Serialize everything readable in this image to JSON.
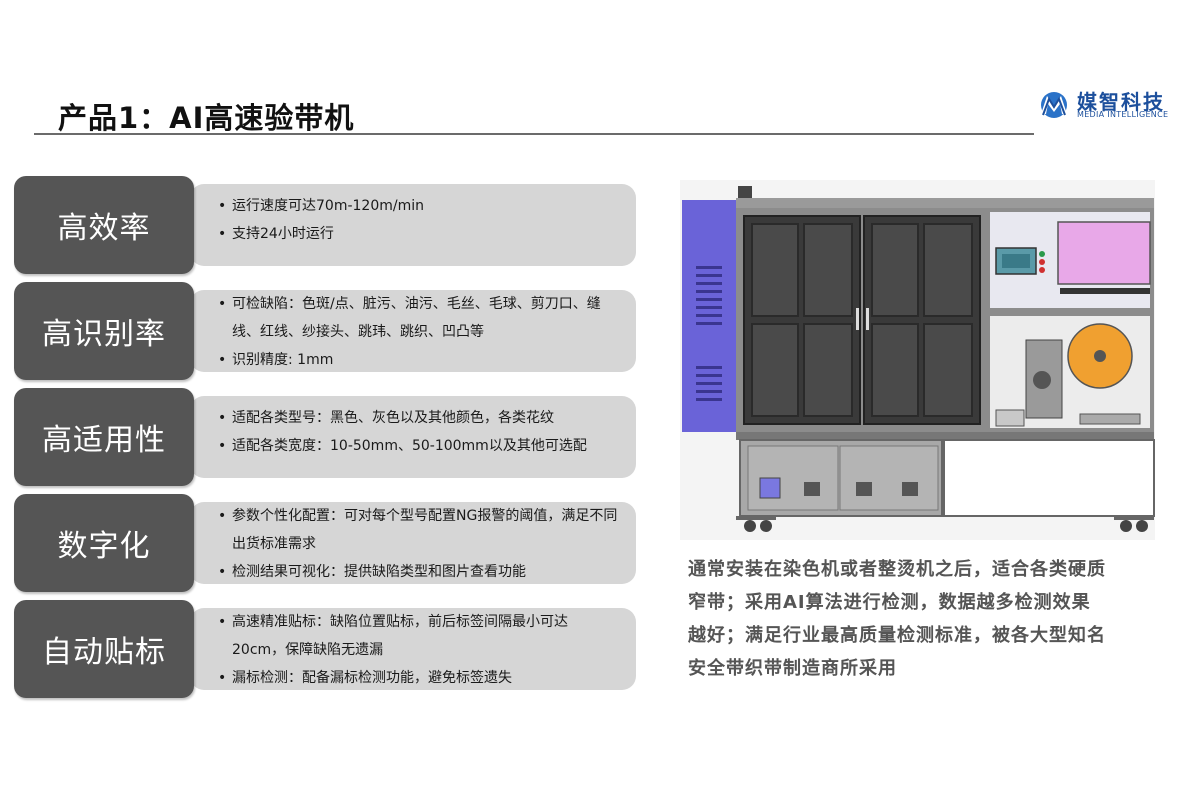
{
  "header": {
    "title": "产品1：AI高速验带机",
    "logo_cn": "媒智科技",
    "logo_en": "MEDIA INTELLIGENCE"
  },
  "features": [
    {
      "name": "高效率",
      "bullets": [
        "运行速度可达70m-120m/min",
        "支持24小时运行"
      ]
    },
    {
      "name": "高识别率",
      "bullets": [
        "可检缺陷：色斑/点、脏污、油污、毛丝、毛球、剪刀口、缝线、红线、纱接头、跳玮、跳织、凹凸等",
        "识别精度: 1mm"
      ]
    },
    {
      "name": "高适用性",
      "bullets": [
        "适配各类型号：黑色、灰色以及其他颜色，各类花纹",
        "适配各类宽度：10-50mm、50-100mm以及其他可选配"
      ]
    },
    {
      "name": "数字化",
      "bullets": [
        "参数个性化配置：可对每个型号配置NG报警的阈值，满足不同出货标准需求",
        "检测结果可视化：提供缺陷类型和图片查看功能"
      ]
    },
    {
      "name": "自动贴标",
      "bullets": [
        "高速精准贴标：缺陷位置贴标，前后标签间隔最小可达20cm，保障缺陷无遗漏",
        "漏标检测：配备漏标检测功能，避免标签遗失"
      ]
    }
  ],
  "machine_image": {
    "icon": "machine-illustration"
  },
  "description": [
    "通常安装在染色机或者整烫机之后，适合各类硬质",
    "窄带；采用AI算法进行检测，数据越多检测效果",
    "越好；满足行业最高质量检测标准，被各大型知名",
    "安全带织带制造商所采用"
  ],
  "colors": {
    "badge": "#555555",
    "pill": "#d6d6d6",
    "logo": "#1c4f9c",
    "machine_side": "#6a63d8"
  }
}
